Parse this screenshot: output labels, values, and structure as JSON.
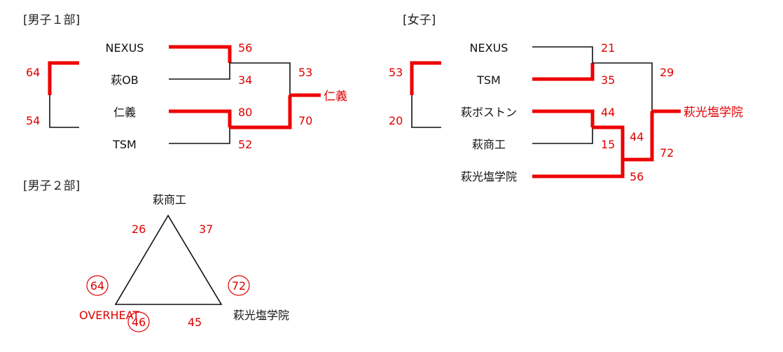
{
  "colors": {
    "winner_line": "#ee0000",
    "loser_line": "#111111",
    "score_text": "#e00000"
  },
  "mens_div1": {
    "header": "[男子１部]",
    "teams": [
      "NEXUS",
      "萩OB",
      "仁義",
      "TSM"
    ],
    "scores": {
      "nexus": "56",
      "hagi_ob": "34",
      "jingi": "80",
      "tsm": "52",
      "semi_top": "53",
      "semi_bottom": "70",
      "side_top": "64",
      "side_bottom": "54"
    },
    "champion": "仁義"
  },
  "womens": {
    "header": "[女子]",
    "teams": [
      "NEXUS",
      "TSM",
      "萩ボストン",
      "萩商工",
      "萩光塩学院"
    ],
    "scores": {
      "nexus": "21",
      "tsm": "35",
      "boston": "44",
      "shoko": "15",
      "r2_boston": "44",
      "r2_koen": "56",
      "final_top": "29",
      "final_bottom": "72",
      "side_top": "53",
      "side_bottom": "20"
    },
    "champion": "萩光塩学院"
  },
  "mens_div2": {
    "header": "[男子２部]",
    "teams": {
      "top": "萩商工",
      "left": "OVERHEAT",
      "right": "萩光塩学院"
    },
    "scores": {
      "top_left": "26",
      "top_right": "37",
      "left_circled": "64",
      "right_circled": "72",
      "bottom_circled": "46",
      "bottom": "45"
    }
  }
}
